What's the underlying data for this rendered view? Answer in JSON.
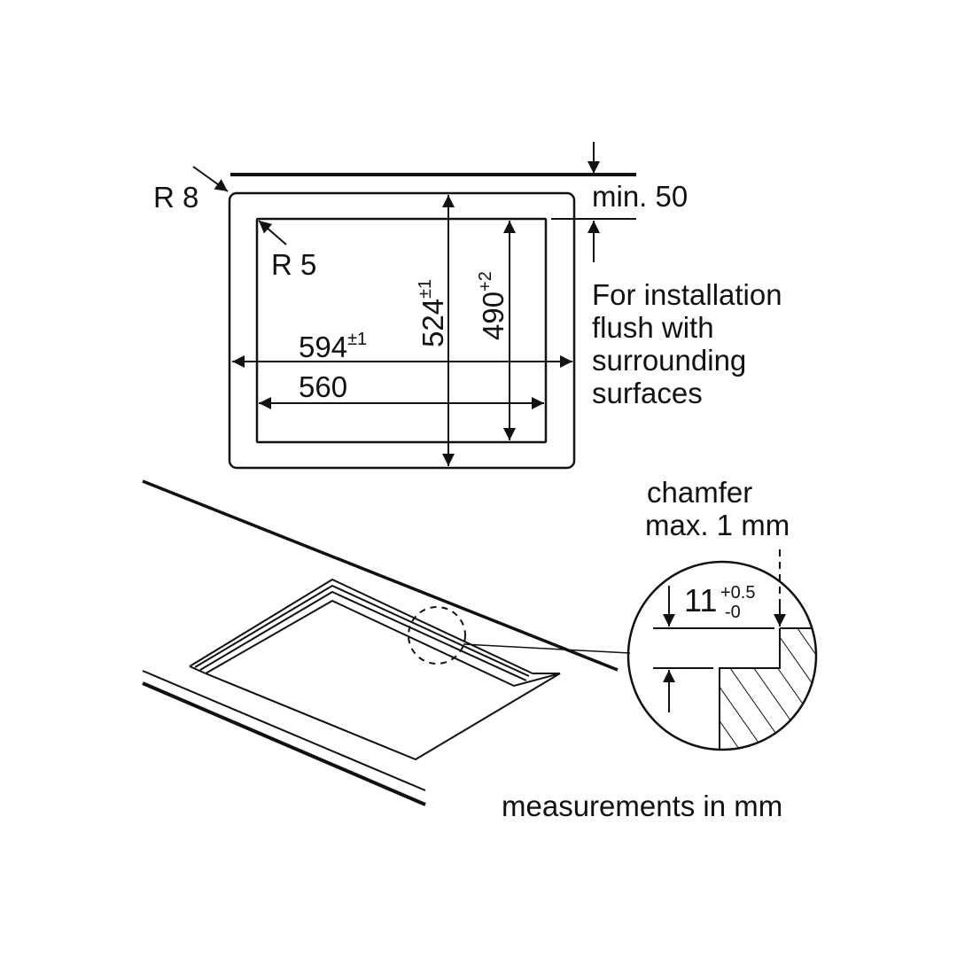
{
  "diagram": {
    "title": "Cut-out dimensions for flush installation",
    "top_view": {
      "outer_radius_label": "R 8",
      "inner_radius_label": "R 5",
      "outer_width": {
        "value": "594",
        "tolerance": "±1"
      },
      "inner_width": {
        "value": "560"
      },
      "outer_depth": {
        "value": "524",
        "tolerance": "±1"
      },
      "inner_depth": {
        "value": "490",
        "tolerance": "+2"
      },
      "min_clearance_label": "min. 50"
    },
    "note": {
      "lines": [
        "For installation",
        "flush with",
        "surrounding",
        "surfaces"
      ]
    },
    "detail": {
      "chamfer_lines": [
        "chamfer",
        "max. 1 mm"
      ],
      "rebate_depth": {
        "value": "11",
        "tol_upper": "+0.5",
        "tol_lower": "-0"
      }
    },
    "footer": "measurements in mm"
  }
}
